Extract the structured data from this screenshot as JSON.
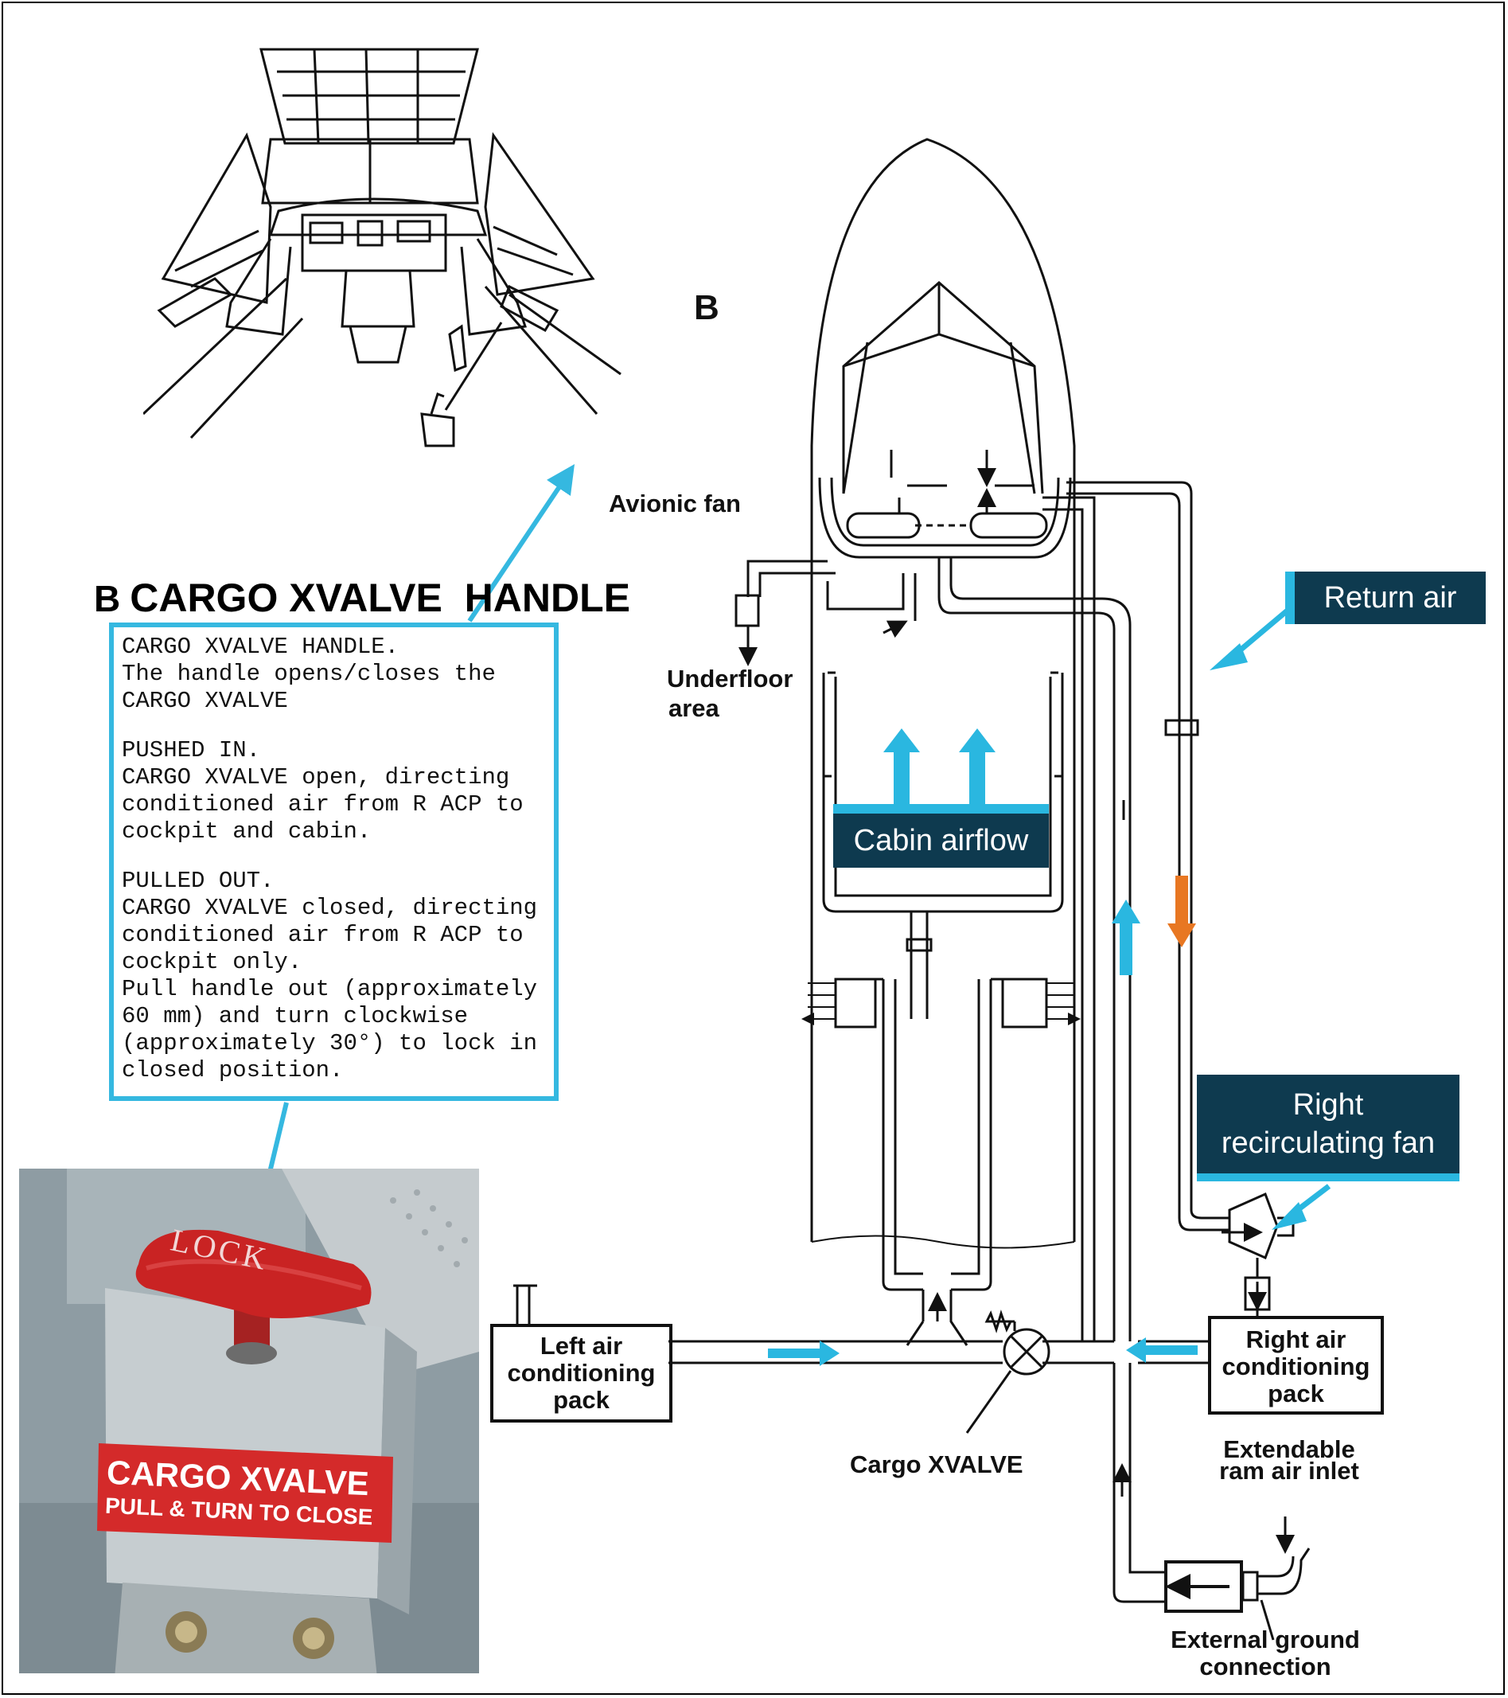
{
  "cockpit": {
    "detail_marker": "B"
  },
  "detail": {
    "heading_marker": "B",
    "heading_text": "CARGO XVALVE  HANDLE",
    "lines": [
      "CARGO XVALVE HANDLE.",
      "The handle opens/closes the",
      "CARGO XVALVE",
      "PUSHED IN.",
      "CARGO XVALVE open, directing",
      "conditioned air from R ACP to",
      "cockpit and cabin.",
      "PULLED OUT.",
      "CARGO XVALVE closed, directing",
      "conditioned air from R ACP to",
      "cockpit only.",
      "Pull handle out (approximately",
      "60 mm) and turn clockwise",
      "(approximately 30°) to lock in",
      "closed position."
    ]
  },
  "photo": {
    "handle_text": "LOCK",
    "placard_line1": "CARGO XVALVE",
    "placard_line2": "PULL & TURN TO CLOSE"
  },
  "schematic": {
    "avionic_fan": "Avionic fan",
    "underfloor_line1": "Underfloor",
    "underfloor_line2": "area",
    "left_pack_line1": "Left air",
    "left_pack_line2": "conditioning",
    "left_pack_line3": "pack",
    "right_pack_line1": "Right air",
    "right_pack_line2": "conditioning",
    "right_pack_line3": "pack",
    "cargo_xvalve": "Cargo XVALVE",
    "ram_air_line1": "Extendable",
    "ram_air_line2": "ram air inlet",
    "ground_line1": "External ground",
    "ground_line2": "connection"
  },
  "callouts": {
    "return_air": "Return air",
    "cabin_airflow": "Cabin airflow",
    "right_fan_line1": "Right",
    "right_fan_line2": "recirculating fan"
  },
  "colors": {
    "callout_bg": "#0e3a4f",
    "accent_blue": "#2ab7e0",
    "accent_orange": "#e87722",
    "placard_red": "#d42a2a"
  }
}
